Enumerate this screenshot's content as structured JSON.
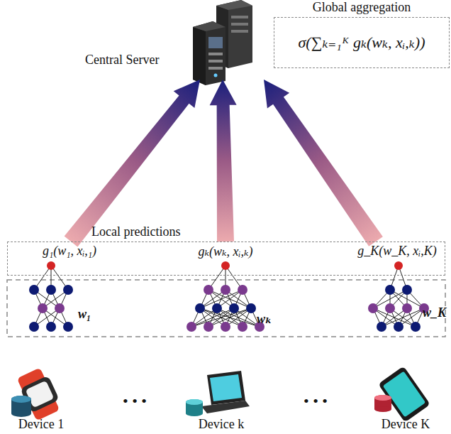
{
  "diagram": {
    "nodes": [
      {
        "text": [
          "Global aggregation",
          "σ(∑ₖ₌₁ᴷ gₖ(wₖ, xᵢ,ₖ))"
        ]
      },
      {
        "text": [
          "Central Server"
        ]
      },
      {
        "text": [
          "Local predictions"
        ]
      }
    ],
    "edges": [
      {
        "from": 2,
        "to": 1,
        "arrow": "to"
      },
      {
        "from": 2,
        "to": 1,
        "arrow": "to"
      },
      {
        "from": 2,
        "to": 1,
        "arrow": "to"
      }
    ],
    "labels": [
      "g₁(w₁, xᵢ,₁)",
      "gₖ(wₖ, xᵢ,ₖ)",
      "g_K(w_K, xᵢ,K)",
      "w₁",
      "wₖ",
      "w_K",
      "Device 1",
      "• • •",
      "Device k",
      "• • •",
      "Device K"
    ]
  }
}
